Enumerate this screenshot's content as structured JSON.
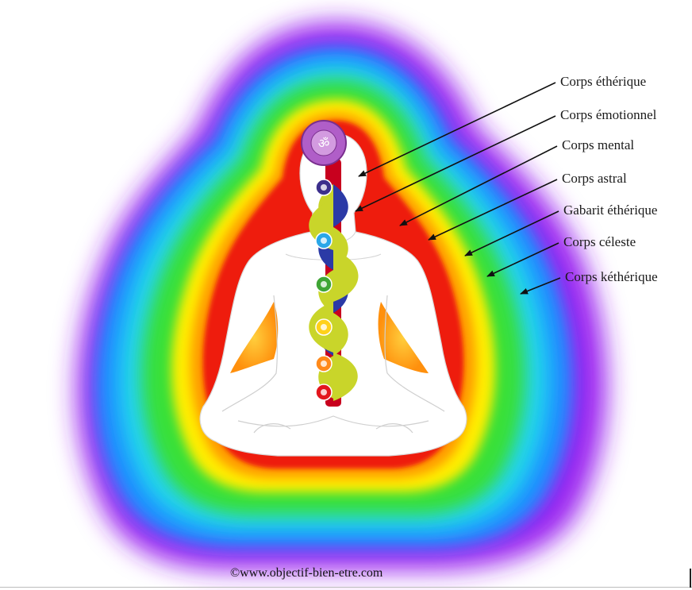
{
  "labels": [
    "Corps éthérique",
    "Corps émotionnel",
    "Corps mental",
    "Corps astral",
    "Gabarit éthérique",
    "Corps céleste",
    "Corps kéthérique"
  ],
  "credit": "©www.objectif-bien-etre.com",
  "colors": {
    "violet": "#9a22f0",
    "blue": "#1e90ff",
    "cyan": "#22d3f0",
    "green": "#39e039",
    "yellow": "#ffee00",
    "orange": "#ff9a00",
    "red": "#ee1c0e",
    "spine": "#c8001e",
    "helix_gold": "#c9d52a",
    "helix_blue": "#2b3aa6"
  },
  "chakras": [
    {
      "name": "crown",
      "color": "#b05ec8"
    },
    {
      "name": "third-eye",
      "color": "#3c2f8c"
    },
    {
      "name": "throat",
      "color": "#2aa7e8"
    },
    {
      "name": "heart",
      "color": "#3fa535"
    },
    {
      "name": "solar-plexus",
      "color": "#ffd11a"
    },
    {
      "name": "sacral",
      "color": "#ff8a1a"
    },
    {
      "name": "root",
      "color": "#e3161d"
    }
  ]
}
